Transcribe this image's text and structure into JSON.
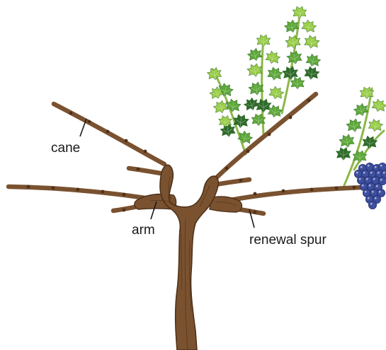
{
  "labels": {
    "cane": "cane",
    "arm": "arm",
    "renewal_spur": "renewal spur"
  },
  "colors": {
    "background": "#ffffff",
    "wood": "#7a5230",
    "wood_dark": "#4e3119",
    "wood_light": "#9b6b43",
    "leaf_light": "#9acd4a",
    "leaf_mid": "#5ea83a",
    "leaf_dark": "#2f6b2a",
    "stem": "#8bb84a",
    "grape": "#3d4f9e",
    "grape_dark": "#222d6b",
    "text": "#1a1a1a"
  },
  "icons": [
    "grapevine-trunk",
    "vine-arm",
    "vine-cane",
    "grape-leaf",
    "grape-cluster"
  ]
}
